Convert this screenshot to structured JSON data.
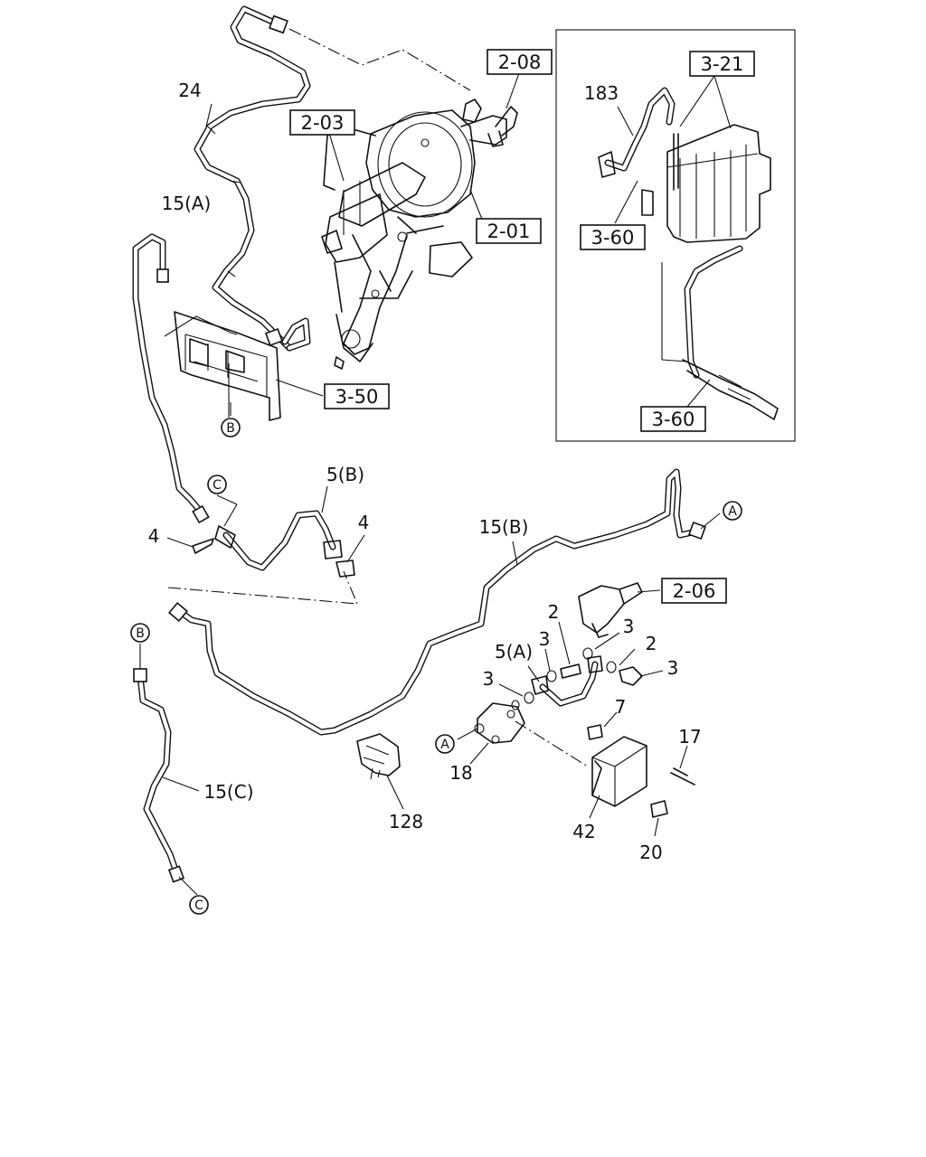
{
  "diagram": {
    "ref_boxes": [
      "2-08",
      "2-03",
      "2-01",
      "3-50",
      "3-21",
      "3-60",
      "3-60",
      "2-06"
    ],
    "part_labels": [
      "24",
      "15(A)",
      "183",
      "5(B)",
      "4",
      "4",
      "15(B)",
      "2",
      "3",
      "3",
      "5(A)",
      "3",
      "2",
      "3",
      "7",
      "17",
      "18",
      "128",
      "42",
      "20",
      "15(C)"
    ],
    "circle_markers": [
      "B",
      "C",
      "A",
      "B",
      "A",
      "C"
    ]
  }
}
